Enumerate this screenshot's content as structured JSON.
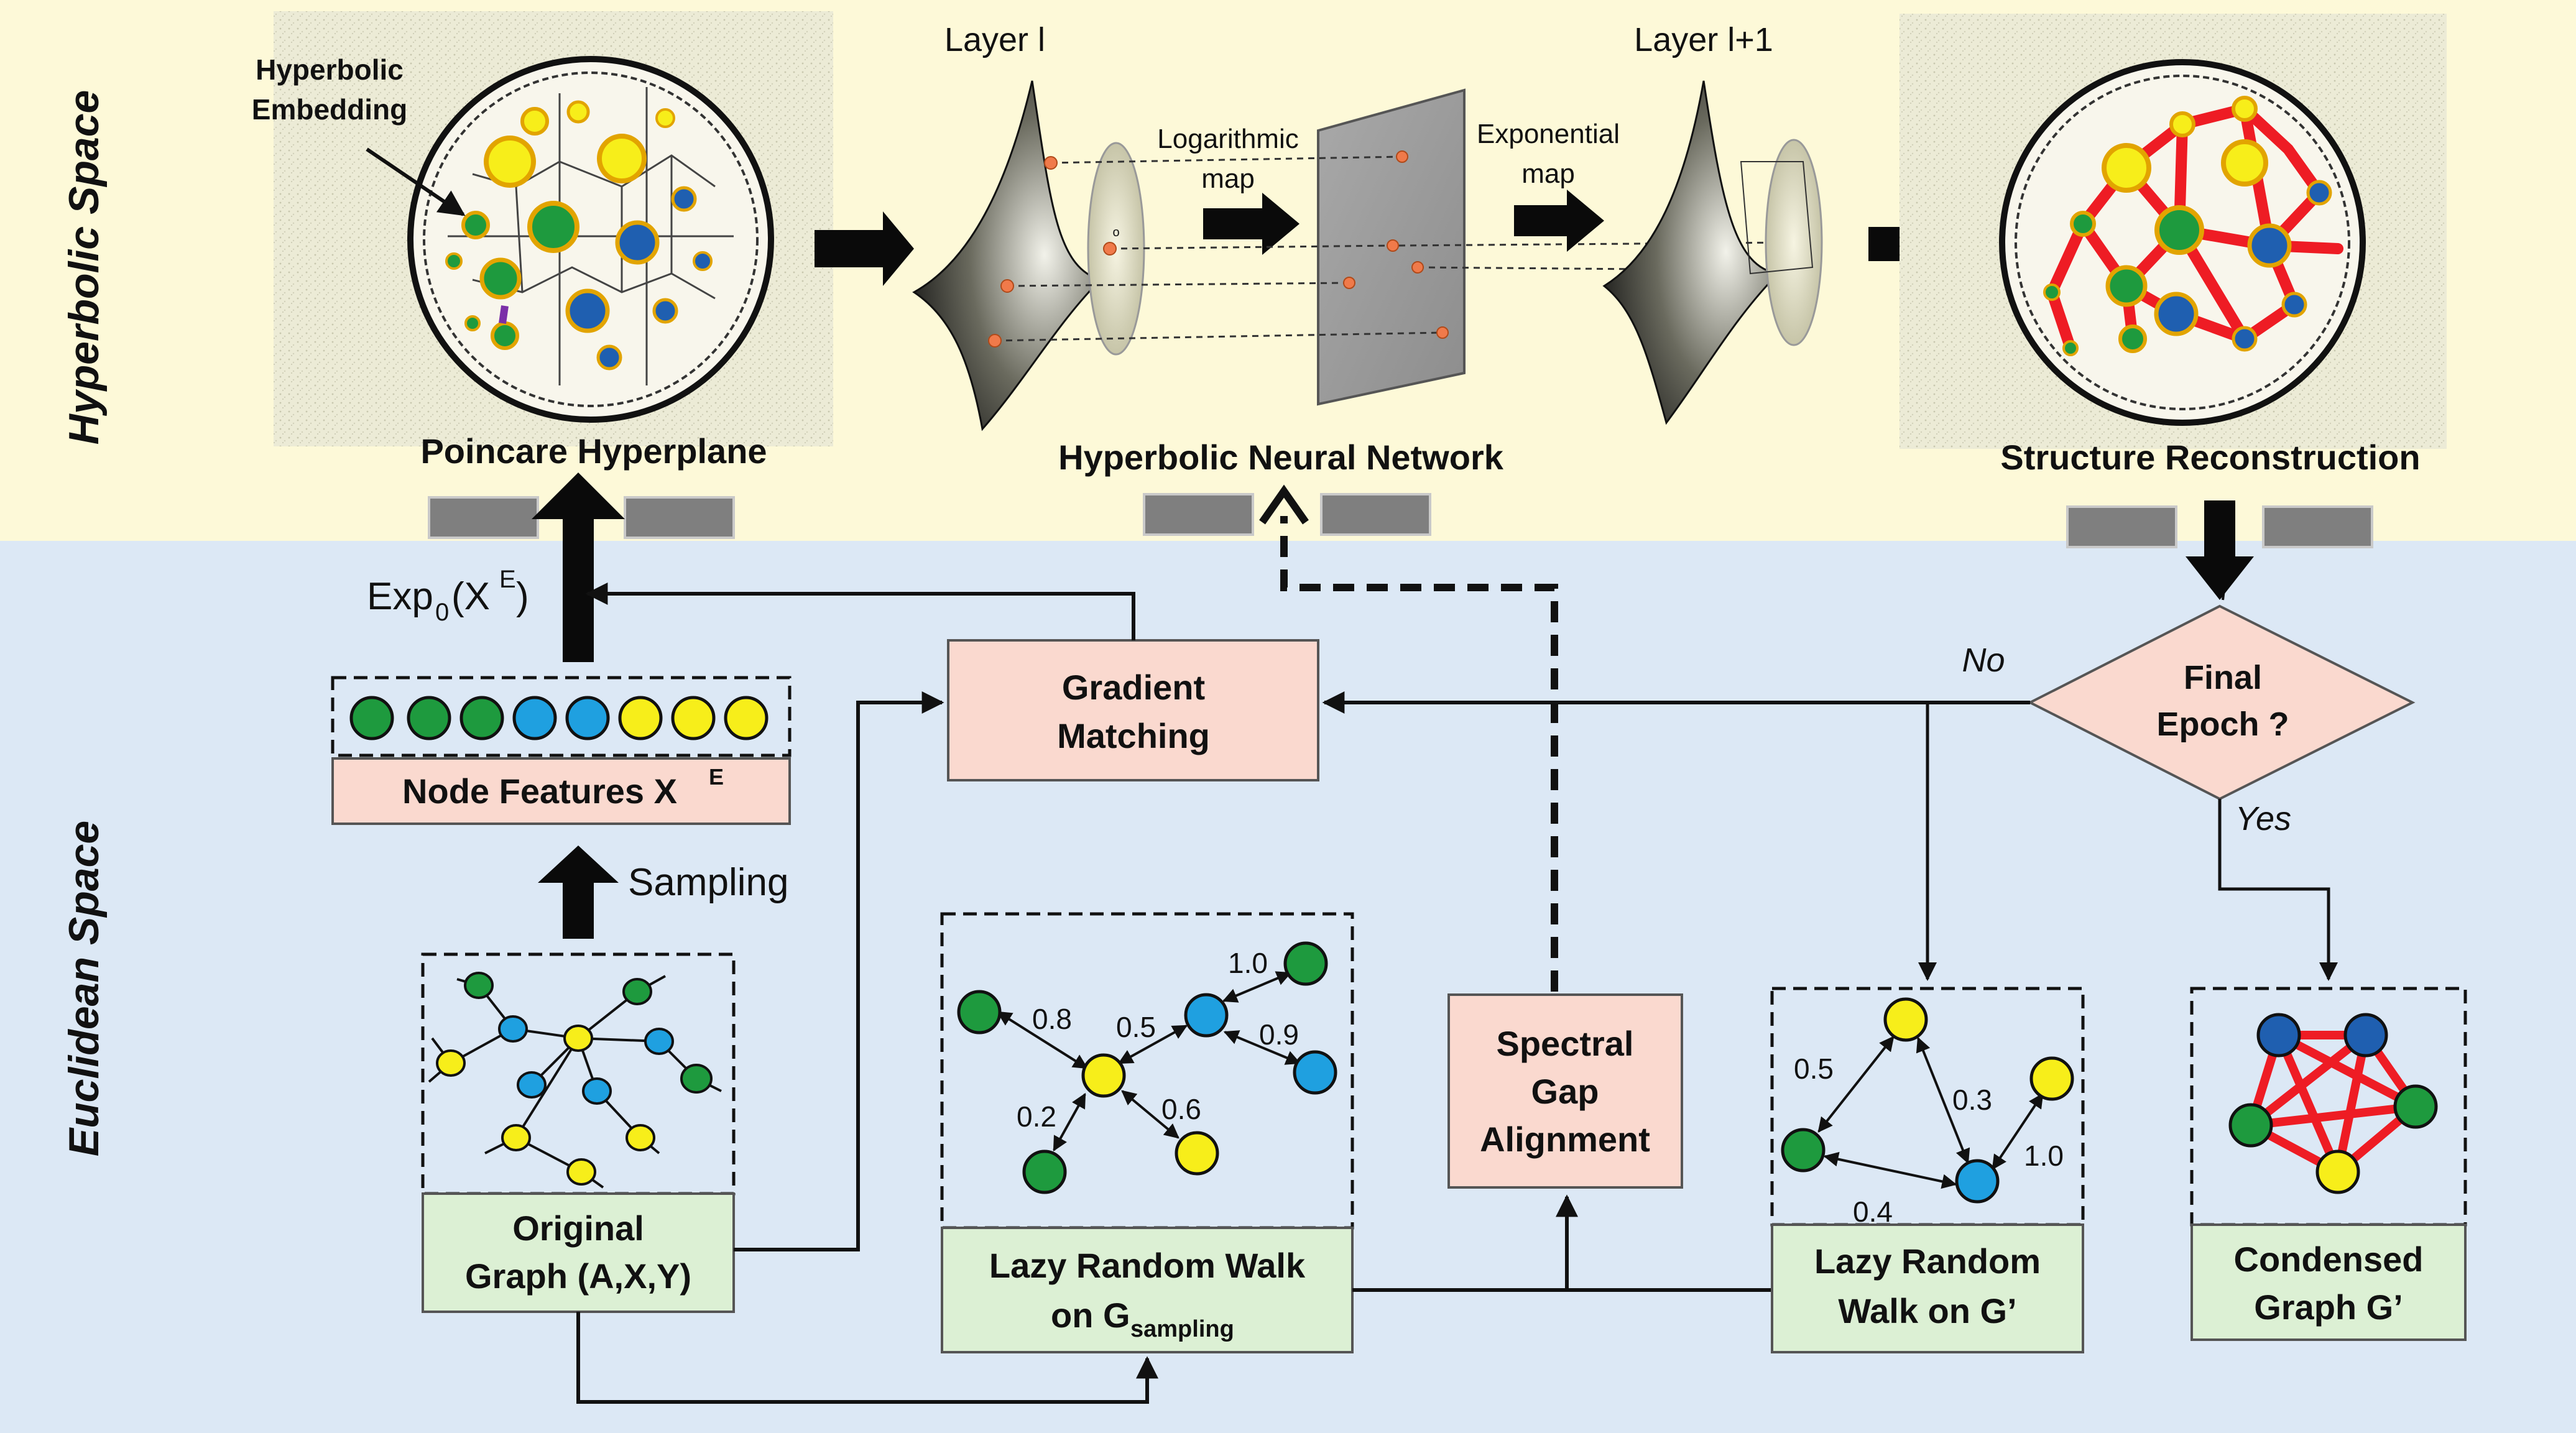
{
  "sections": {
    "hyperbolic": "Hyperbolic Space",
    "euclidean": "Euclidean Space"
  },
  "top": {
    "poincare_title": "Poincare Hyperplane",
    "poincare_label_line1": "Hyperbolic",
    "poincare_label_line2": "Embedding",
    "hnn_title": "Hyperbolic Neural Network",
    "layer_l": "Layer l",
    "layer_l1": "Layer l+1",
    "log_map_line1": "Logarithmic",
    "log_map_line2": "map",
    "exp_map_line1": "Exponential",
    "exp_map_line2": "map",
    "origin_mark": "o",
    "reconstruction_title": "Structure Reconstruction"
  },
  "flow": {
    "exp_label_base": "Exp",
    "exp_label_sub": "0",
    "exp_label_arg": "(X",
    "exp_label_sup": "E",
    "exp_label_close": ")",
    "node_features": "Node Features X",
    "node_features_sup": "E",
    "sampling": "Sampling",
    "gradient_matching_line1": "Gradient",
    "gradient_matching_line2": "Matching",
    "final_epoch_line1": "Final",
    "final_epoch_line2": "Epoch ?",
    "no": "No",
    "yes": "Yes",
    "spectral_line1": "Spectral",
    "spectral_line2": "Gap",
    "spectral_line3": "Alignment",
    "original_graph_line1": "Original",
    "original_graph_line2": "Graph (A,X,Y)",
    "lrw_sampling_line1": "Lazy Random Walk",
    "lrw_sampling_line2": "on G",
    "lrw_sampling_sub": "sampling",
    "lrw_g_line1": "Lazy Random",
    "lrw_g_line2": "Walk on G’",
    "condensed_line1": "Condensed",
    "condensed_line2": "Graph G’"
  },
  "walk_sampling_weights": [
    "1.0",
    "0.8",
    "0.5",
    "0.9",
    "0.2",
    "0.6"
  ],
  "walk_g_weights": [
    "0.5",
    "0.3",
    "1.0",
    "0.4"
  ],
  "colors": {
    "top_bg": "#fdf9d8",
    "bottom_bg": "#dce8f5",
    "box_pink": "#fad9cf",
    "box_green": "#dcf0d4",
    "node_green": "#1e9a3e",
    "node_blue": "#1fa0e0",
    "node_yellow": "#f7ee1a",
    "node_navy": "#1f5fb0",
    "edge_red": "#ee1c24"
  }
}
